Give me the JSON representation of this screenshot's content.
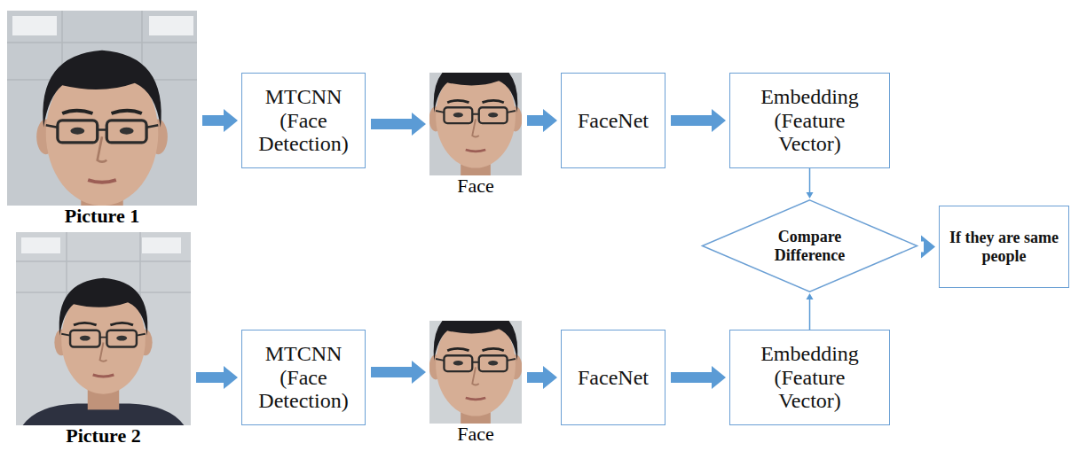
{
  "diagram": {
    "nodes": [
      {
        "text": [
          "Picture 1"
        ]
      },
      {
        "text": [
          "MTCNN (Face Detection)"
        ]
      },
      {
        "text": [
          "Face"
        ]
      },
      {
        "text": [
          "FaceNet"
        ]
      },
      {
        "text": [
          "Embedding (Feature Vector)"
        ]
      },
      {
        "text": [
          "Picture 2"
        ]
      },
      {
        "text": [
          "MTCNN (Face Detection)"
        ]
      },
      {
        "text": [
          "Face"
        ]
      },
      {
        "text": [
          "FaceNet"
        ]
      },
      {
        "text": [
          "Embedding (Feature Vector)"
        ]
      },
      {
        "text": [
          "Compare Difference"
        ]
      },
      {
        "text": [
          "If they are same people"
        ]
      }
    ],
    "edges": [
      {
        "from": 0,
        "to": 1,
        "arrow": "to"
      },
      {
        "from": 1,
        "to": 2,
        "arrow": "to"
      },
      {
        "from": 2,
        "to": 3,
        "arrow": "to"
      },
      {
        "from": 3,
        "to": 4,
        "arrow": "to"
      },
      {
        "from": 4,
        "to": 10,
        "arrow": "to"
      },
      {
        "from": 5,
        "to": 6,
        "arrow": "to"
      },
      {
        "from": 6,
        "to": 7,
        "arrow": "to"
      },
      {
        "from": 7,
        "to": 8,
        "arrow": "to"
      },
      {
        "from": 8,
        "to": 9,
        "arrow": "to"
      },
      {
        "from": 9,
        "to": 10,
        "arrow": "to"
      },
      {
        "from": 10,
        "to": 11,
        "arrow": "to"
      }
    ]
  }
}
